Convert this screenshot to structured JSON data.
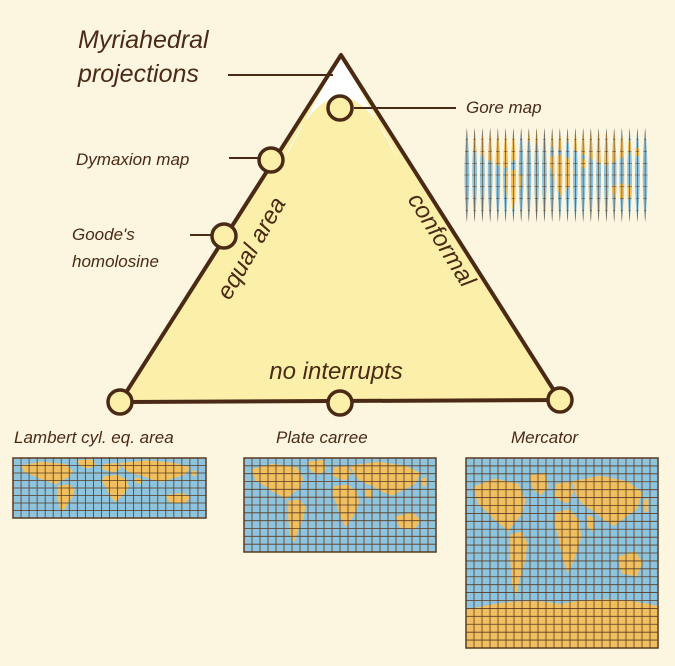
{
  "title": {
    "line1": "Myriahedral",
    "line2": "projections"
  },
  "edges": {
    "left": "equal area",
    "right": "conformal",
    "bottom": "no interrupts"
  },
  "points": {
    "gore": "Gore map",
    "dymaxion": "Dymaxion map",
    "goode_line1": "Goode's",
    "goode_line2": "homolosine",
    "lambert": "Lambert cyl. eq. area",
    "plate": "Plate carree",
    "mercator": "Mercator"
  },
  "colors": {
    "background": "#fcf6e0",
    "triangle_fill": "#fcefaa",
    "outline": "#4a2a14",
    "ocean": "#8ec4de",
    "land": "#f0c060",
    "grid": "#5a3a20"
  }
}
